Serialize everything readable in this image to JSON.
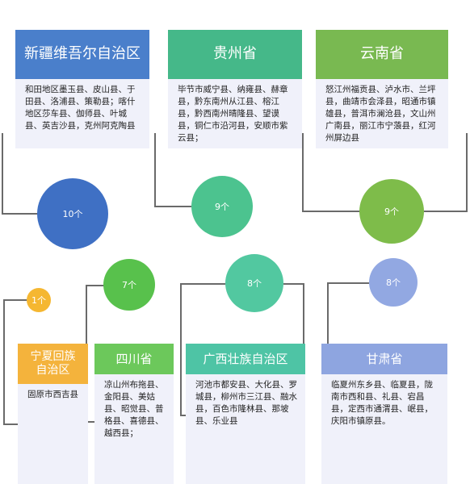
{
  "regions": [
    {
      "id": "xinjiang",
      "name": "新疆维吾尔自治区",
      "color": "#4a7fcb",
      "counties": "和田地区墨玉县、皮山县、于田县、洛浦县、策勒县；喀什地区莎车县、伽师县、叶城县、英吉沙县，克州阿克陶县",
      "count": "10个",
      "circle_color": "#3f70c4"
    },
    {
      "id": "guizhou",
      "name": "贵州省",
      "color": "#45b889",
      "counties": "毕节市威宁县、纳雍县、赫章县，黔东南州从江县、榕江县，黔西南州晴隆县、望谟县，铜仁市沿河县，安顺市紫云县；",
      "count": "9个",
      "circle_color": "#4cc38f"
    },
    {
      "id": "yunnan",
      "name": "云南省",
      "color": "#79b951",
      "counties": "怒江州福贡县、泸水市、兰坪县，曲靖市会泽县，昭通市镇雄县，普洱市澜沧县，文山州广南县，丽江市宁蒗县，红河州屏边县",
      "count": "9个",
      "circle_color": "#7ebc4a"
    },
    {
      "id": "ningxia",
      "name": "宁夏回族自治区",
      "color": "#f4b33c",
      "counties": "固原市西吉县",
      "count": "1个",
      "circle_color": "#f5b731"
    },
    {
      "id": "sichuan",
      "name": "四川省",
      "color": "#6cc85b",
      "counties": "凉山州布拖县、金阳县、美姑县、昭觉县、普格县、喜德县、越西县；",
      "count": "7个",
      "circle_color": "#58c14c"
    },
    {
      "id": "guangxi",
      "name": "广西壮族自治区",
      "color": "#4ec4a5",
      "counties": "河池市都安县、大化县、罗城县，柳州市三江县、融水县，百色市隆林县、那坡县、乐业县",
      "count": "8个",
      "circle_color": "#52c8a0"
    },
    {
      "id": "gansu",
      "name": "甘肃省",
      "color": "#8ea5e0",
      "counties": "临夏州东乡县、临夏县，陇南市西和县、礼县、宕昌县，定西市通渭县、岷县，庆阳市镇原县。",
      "count": "8个",
      "circle_color": "#92a8e2"
    }
  ]
}
